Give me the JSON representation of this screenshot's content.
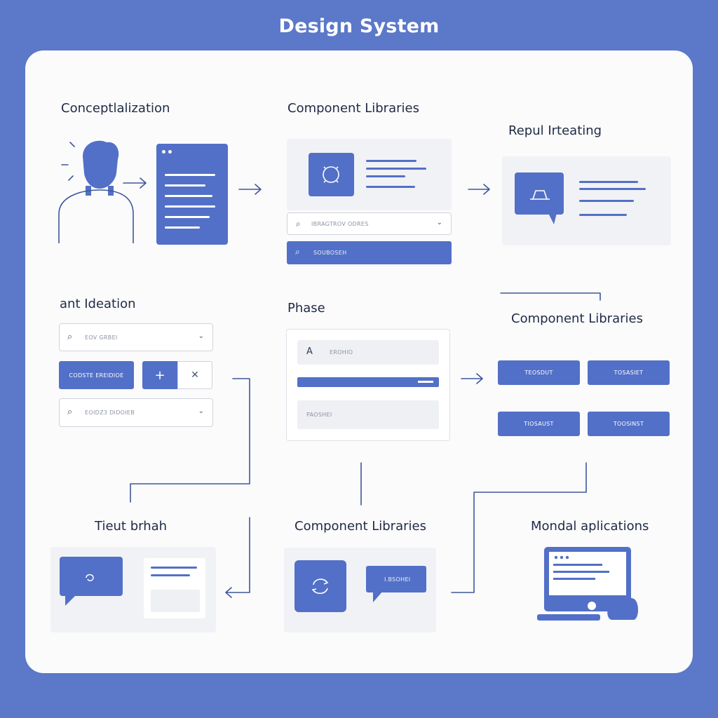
{
  "title": "Design System",
  "colors": {
    "background": "#5b78c9",
    "accent": "#5270c7",
    "panel": "#fbfbfc",
    "text": "#1f2a44"
  },
  "sections": {
    "conceptualization": {
      "heading": "Conceptlalization"
    },
    "component_libraries_top": {
      "heading": "Component Libraries",
      "search_placeholder": "IBRAGTROV ODRES",
      "search_button": "SOUBOSEH"
    },
    "repul": {
      "heading": "Repul Irteating"
    },
    "ideation": {
      "heading": "ant Ideation",
      "field_1": "EOV GRBEI",
      "button_1": "CODSTE EREIDIOE",
      "field_2": "EOIDZ3 DIDOIEB"
    },
    "phase": {
      "heading": "Phase",
      "field_letter": "A",
      "field_1": "EROHIO",
      "field_2": "PAOSHEI"
    },
    "component_libraries_mid": {
      "heading": "Component Libraries",
      "buttons": [
        "TEOSDUT",
        "TOSASIET",
        "TIOSAUST",
        "TOOSINST"
      ]
    },
    "tieut": {
      "heading": "Tieut brhah"
    },
    "component_libraries_bottom": {
      "heading": "Component Libraries",
      "bubble_label": "I.BSOHEI"
    },
    "mondal": {
      "heading": "Mondal aplications"
    }
  },
  "icons": [
    "person-icon",
    "arrow-right-icon",
    "search-icon",
    "chevron-down-icon",
    "plus-icon",
    "close-icon",
    "chat-bubble-icon",
    "laptop-icon",
    "refresh-icon",
    "mouse-icon"
  ]
}
